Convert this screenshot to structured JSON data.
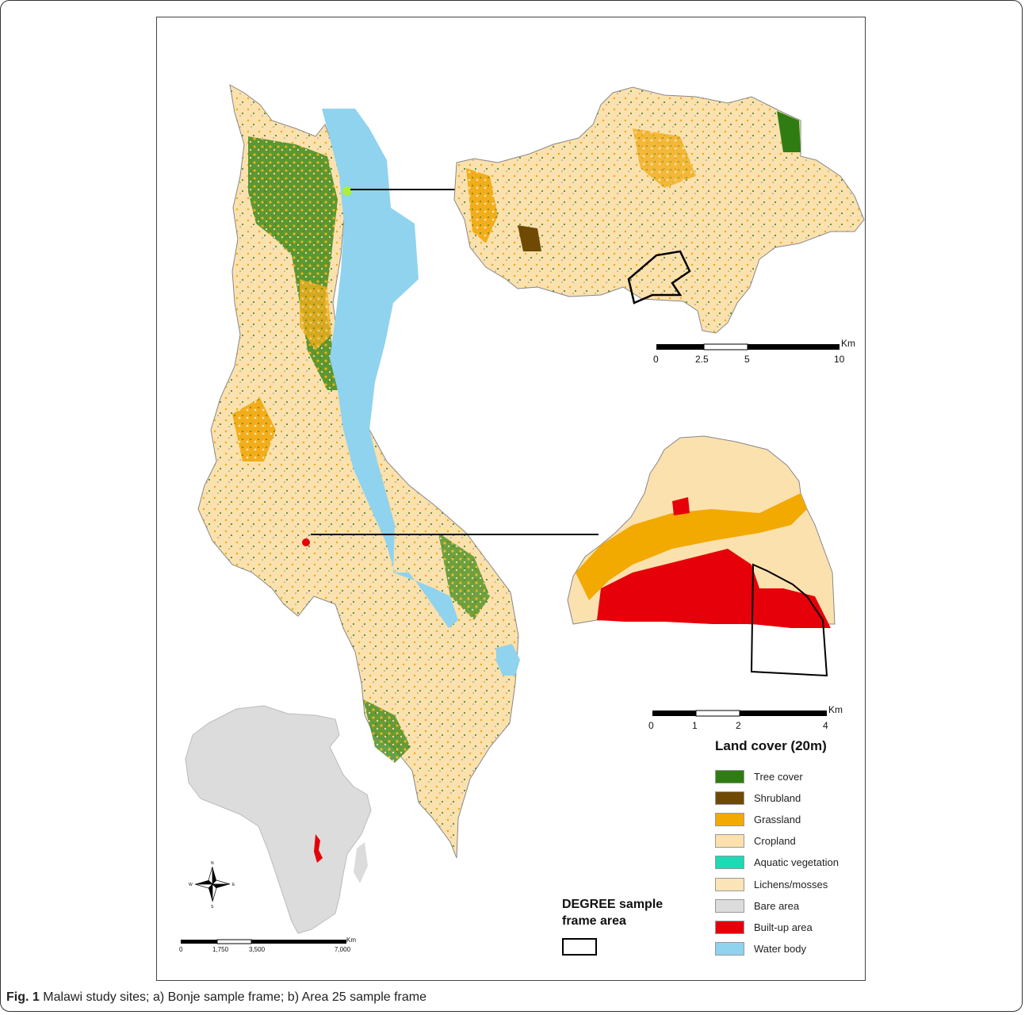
{
  "caption": {
    "label": "Fig. 1",
    "text": "Malawi study sites; a) Bonje sample frame; b) Area 25 sample frame"
  },
  "legend": {
    "title": "Land cover (20m)",
    "items": [
      {
        "label": "Tree cover",
        "color": "#2f7d12"
      },
      {
        "label": "Shrubland",
        "color": "#6e4a05"
      },
      {
        "label": "Grassland",
        "color": "#f2a900"
      },
      {
        "label": "Cropland",
        "color": "#fbe1ae"
      },
      {
        "label": "Aquatic vegetation",
        "color": "#1dd9b4"
      },
      {
        "label": "Lichens/mosses",
        "color": "#fbe4b8"
      },
      {
        "label": "Bare area",
        "color": "#dcdcdc"
      },
      {
        "label": "Built-up area",
        "color": "#e5000a"
      },
      {
        "label": "Water body",
        "color": "#8fd3ee"
      }
    ]
  },
  "sample_frame": {
    "title_line1": "DEGREE sample",
    "title_line2": "frame area"
  },
  "scalebars": {
    "bonje": {
      "unit": "Km",
      "ticks": [
        "0",
        "2.5",
        "5",
        "10"
      ]
    },
    "area25": {
      "unit": "Km",
      "ticks": [
        "0",
        "1",
        "2",
        "4"
      ]
    },
    "africa": {
      "unit": "Km",
      "ticks": [
        "0",
        "1,750",
        "3,500",
        "7,000"
      ]
    }
  },
  "north_arrow": {
    "n": "N",
    "s": "S",
    "e": "E",
    "w": "W"
  }
}
